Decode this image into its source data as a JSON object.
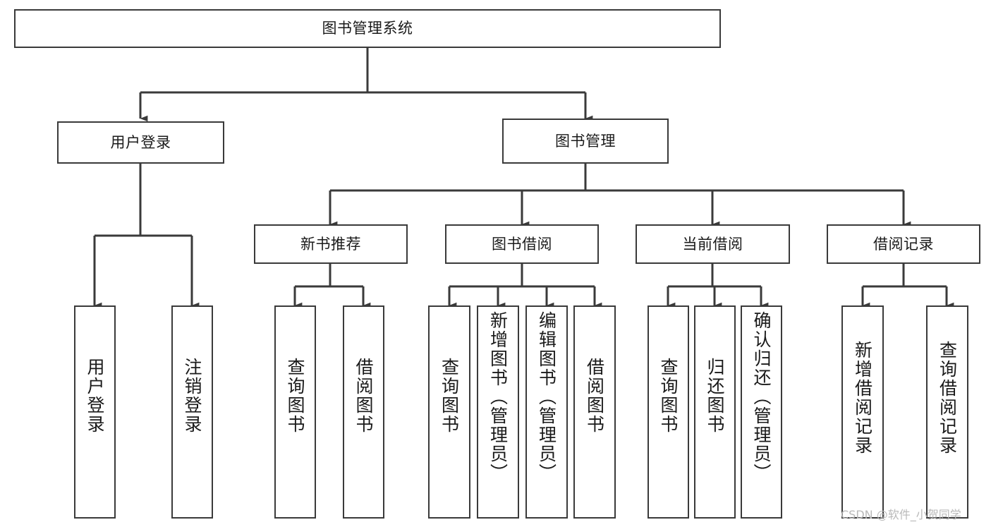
{
  "diagram": {
    "type": "tree-hierarchy",
    "title": "图书管理系统",
    "watermark": "CSDN @软件_小贺同学",
    "colors": {
      "background": "#ffffff",
      "box_border": "#3a3a3a",
      "connector": "#3a3a3a",
      "text": "#1a1a1a",
      "watermark": "#b9b9b9"
    },
    "levels": {
      "root": "图书管理系统",
      "level2": [
        "用户登录",
        "图书管理"
      ],
      "level3": [
        "新书推荐",
        "图书借阅",
        "当前借阅",
        "借阅记录"
      ]
    },
    "nodes": {
      "root": {
        "label": "图书管理系统",
        "orientation": "horizontal"
      },
      "user_login": {
        "label": "用户登录",
        "orientation": "horizontal"
      },
      "book_manage": {
        "label": "图书管理",
        "orientation": "horizontal"
      },
      "new_book_rec": {
        "label": "新书推荐",
        "orientation": "horizontal"
      },
      "book_borrow": {
        "label": "图书借阅",
        "orientation": "horizontal"
      },
      "current_borrow": {
        "label": "当前借阅",
        "orientation": "horizontal"
      },
      "borrow_record": {
        "label": "借阅记录",
        "orientation": "horizontal"
      },
      "leaf_user_login": {
        "label": "用户登录",
        "orientation": "vertical"
      },
      "leaf_logout": {
        "label": "注销登录",
        "orientation": "vertical"
      },
      "leaf_query_book_1": {
        "label": "查询图书",
        "orientation": "vertical"
      },
      "leaf_borrow_book_1": {
        "label": "借阅图书",
        "orientation": "vertical"
      },
      "leaf_query_book_2": {
        "label": "查询图书",
        "orientation": "vertical"
      },
      "leaf_add_book": {
        "label": "新增图书（管理员）",
        "orientation": "vertical"
      },
      "leaf_edit_book": {
        "label": "编辑图书（管理员）",
        "orientation": "vertical"
      },
      "leaf_borrow_book_2": {
        "label": "借阅图书",
        "orientation": "vertical"
      },
      "leaf_query_book_3": {
        "label": "查询图书",
        "orientation": "vertical"
      },
      "leaf_return_book": {
        "label": "归还图书",
        "orientation": "vertical"
      },
      "leaf_confirm_return": {
        "label": "确认归还（管理员）",
        "orientation": "vertical"
      },
      "leaf_add_record": {
        "label": "新增借阅记录",
        "orientation": "vertical"
      },
      "leaf_query_record": {
        "label": "查询借阅记录",
        "orientation": "vertical"
      }
    },
    "edges": [
      {
        "from": "图书管理系统",
        "to": "用户登录"
      },
      {
        "from": "图书管理系统",
        "to": "图书管理"
      },
      {
        "from": "用户登录",
        "to": "用户登录"
      },
      {
        "from": "用户登录",
        "to": "注销登录"
      },
      {
        "from": "图书管理",
        "to": "新书推荐"
      },
      {
        "from": "图书管理",
        "to": "图书借阅"
      },
      {
        "from": "图书管理",
        "to": "当前借阅"
      },
      {
        "from": "图书管理",
        "to": "借阅记录"
      },
      {
        "from": "新书推荐",
        "to": "查询图书"
      },
      {
        "from": "新书推荐",
        "to": "借阅图书"
      },
      {
        "from": "图书借阅",
        "to": "查询图书"
      },
      {
        "from": "图书借阅",
        "to": "新增图书（管理员）"
      },
      {
        "from": "图书借阅",
        "to": "编辑图书（管理员）"
      },
      {
        "from": "图书借阅",
        "to": "借阅图书"
      },
      {
        "from": "当前借阅",
        "to": "查询图书"
      },
      {
        "from": "当前借阅",
        "to": "归还图书"
      },
      {
        "from": "当前借阅",
        "to": "确认归还（管理员）"
      },
      {
        "from": "借阅记录",
        "to": "新增借阅记录"
      },
      {
        "from": "借阅记录",
        "to": "查询借阅记录"
      }
    ]
  }
}
